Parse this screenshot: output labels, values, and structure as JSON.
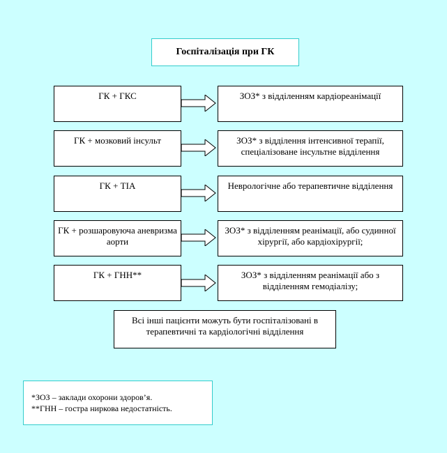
{
  "title": "Госпіталізація при ГК",
  "rows": [
    {
      "condition": "ГК + ГКС",
      "destination": "ЗОЗ* з відділенням кардіореанімації"
    },
    {
      "condition": "ГК + мозковий інсульт",
      "destination": "ЗОЗ* з  відділення інтенсивної терапії, спеціалізоване інсультне відділення"
    },
    {
      "condition": "ГК + TIA",
      "destination": "Неврологічне або терапевтичне відділення"
    },
    {
      "condition": "ГК + розшаровуюча аневризма аорти",
      "destination": "ЗОЗ* з відділенням реанімації,  або судинної хірургії, або кардіохірургії;"
    },
    {
      "condition": "ГК + ГНН**",
      "destination": "ЗОЗ* з відділенням реанімації  або з відділенням гемодіалізу;"
    }
  ],
  "summary": "Всі інші пацієнти можуть бути госпіталізовані в терапевтичні та кардіологічні відділення",
  "notes": [
    "*ЗОЗ – заклади охорони здоров’я.",
    "**ГНН – гостра ниркова недостатність."
  ],
  "colors": {
    "background": "#ccffff",
    "box": "#ffffff",
    "accent_border": "#33cccc"
  }
}
